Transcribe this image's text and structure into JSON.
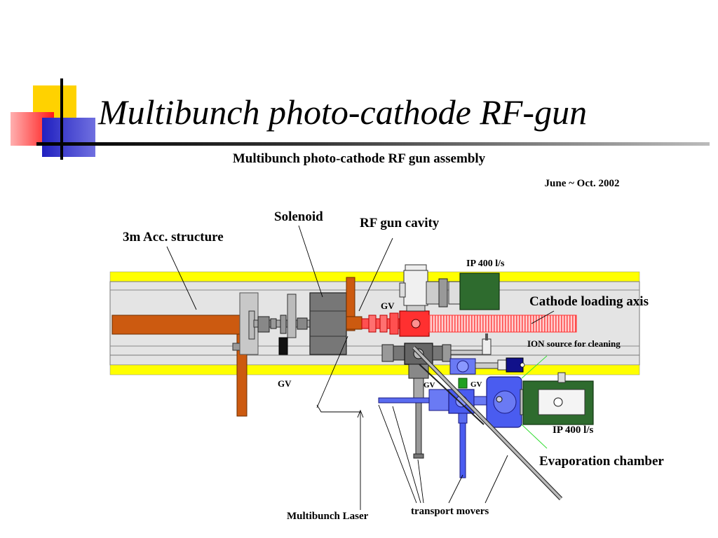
{
  "slide": {
    "title": "Multibunch photo-cathode RF-gun"
  },
  "diagram": {
    "subtitle": "Multibunch photo-cathode RF gun assembly",
    "date": "June ~ Oct. 2002",
    "labels": {
      "acc_structure": "3m Acc. structure",
      "solenoid": "Solenoid",
      "rf_gun_cavity": "RF gun cavity",
      "ip_top": "IP 400 l/s",
      "cathode_axis": "Cathode loading axis",
      "gv_upper": "GV",
      "ion_source": "ION source for cleaning",
      "gv_left": "GV",
      "gv_mid_a": "GV",
      "gv_mid_b": "GV",
      "ip_bottom": "IP 400 l/s",
      "evaporation": "Evaporation chamber",
      "laser": "Multibunch Laser",
      "movers": "transport movers"
    },
    "colors": {
      "accent_yellow": "#ffd700",
      "accent_red": "#ff2020",
      "accent_blue": "#2020c0",
      "copper": "#cc5a10",
      "rf_red": "#ff3030",
      "chamber_blue": "#4a5cf0",
      "pump_green": "#2e6b2e",
      "tunnel_wall": "#ffff00"
    }
  }
}
